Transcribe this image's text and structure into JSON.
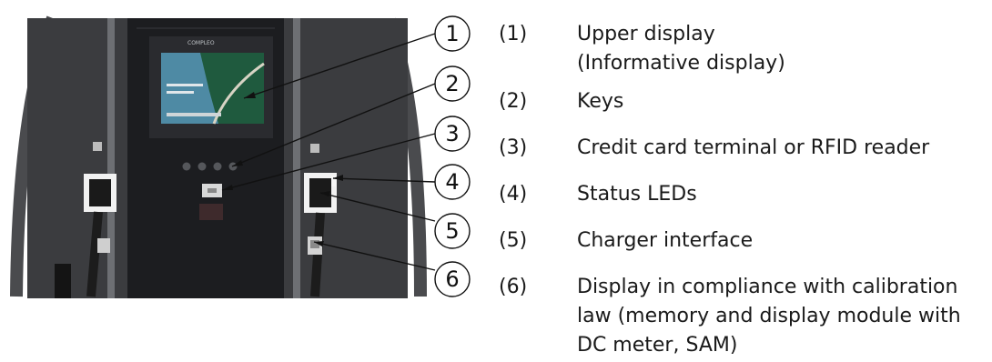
{
  "callouts": [
    "1",
    "2",
    "3",
    "4",
    "5",
    "6"
  ],
  "legend": [
    {
      "number": "(1)",
      "lines": [
        "Upper display",
        "(Informative display)"
      ]
    },
    {
      "number": "(2)",
      "lines": [
        "Keys"
      ]
    },
    {
      "number": "(3)",
      "lines": [
        "Credit card terminal or RFID reader"
      ]
    },
    {
      "number": "(4)",
      "lines": [
        "Status LEDs"
      ]
    },
    {
      "number": "(5)",
      "lines": [
        "Charger interface"
      ]
    },
    {
      "number": "(6)",
      "lines": [
        "Display in compliance with calibration",
        "law (memory and display module with",
        "DC meter, SAM)"
      ]
    }
  ],
  "screen_logo": "COMPLEO",
  "colors": {
    "housing": "#3b3c3f",
    "panel": "#1c1d20",
    "frame_accent": "#6d6f73",
    "screen_sky": "#4e8aa4",
    "screen_forest": "#1f5a3e",
    "callout_stroke": "#111111"
  }
}
